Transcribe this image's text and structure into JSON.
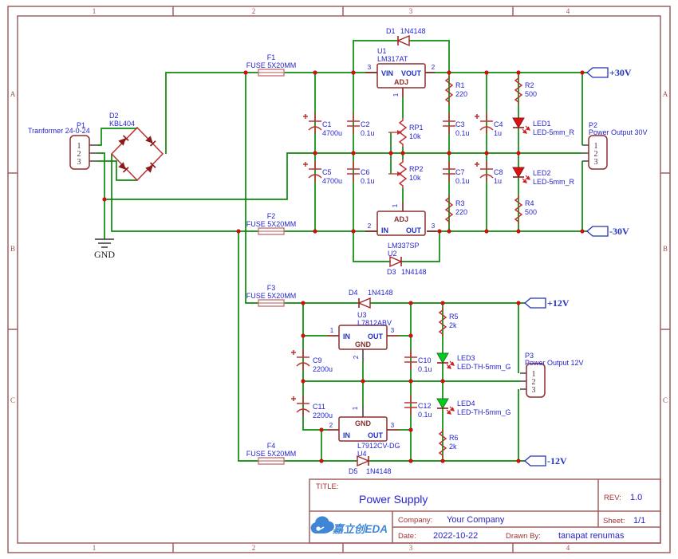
{
  "frame": {
    "cols": [
      "1",
      "2",
      "3",
      "4"
    ],
    "rows": [
      "A",
      "B",
      "C"
    ]
  },
  "title_block": {
    "title_label": "TITLE:",
    "title": "Power Supply",
    "rev_label": "REV:",
    "rev": "1.0",
    "company_label": "Company:",
    "company": "Your Company",
    "sheet_label": "Sheet:",
    "sheet": "1/1",
    "date_label": "Date:",
    "date": "2022-10-22",
    "drawn_label": "Drawn By:",
    "drawn_by": "tanapat renumas",
    "logo": "嘉立创EDA"
  },
  "net_flags": {
    "pos30": "+30V",
    "neg30": "-30V",
    "pos12": "+12V",
    "neg12": "-12V"
  },
  "labels": {
    "gnd": "GND"
  },
  "components": {
    "p1": {
      "ref": "P1",
      "value": "Tranformer 24-0-24",
      "pins": [
        "1",
        "2",
        "3"
      ]
    },
    "p2": {
      "ref": "P2",
      "value": "Power Output 30V",
      "pins": [
        "1",
        "2",
        "3"
      ]
    },
    "p3": {
      "ref": "P3",
      "value": "Power Output 12V",
      "pins": [
        "1",
        "2",
        "3"
      ]
    },
    "d1": {
      "ref": "D1",
      "value": "1N4148"
    },
    "d2": {
      "ref": "D2",
      "value": "KBL404"
    },
    "d3": {
      "ref": "D3",
      "value": "1N4148"
    },
    "d4": {
      "ref": "D4",
      "value": "1N4148"
    },
    "d5": {
      "ref": "D5",
      "value": "1N4148"
    },
    "f1": {
      "ref": "F1",
      "value": "FUSE 5X20MM"
    },
    "f2": {
      "ref": "F2",
      "value": "FUSE 5X20MM"
    },
    "f3": {
      "ref": "F3",
      "value": "FUSE 5X20MM"
    },
    "f4": {
      "ref": "F4",
      "value": "FUSE 5X20MM"
    },
    "u1": {
      "ref": "U1",
      "value": "LM317AT",
      "pin_names": {
        "in": "VIN",
        "out": "VOUT",
        "adj": "ADJ"
      },
      "pin_numbers": {
        "in": "3",
        "out": "2",
        "adj": "1"
      }
    },
    "u2": {
      "ref": "U2",
      "value": "LM337SP",
      "pin_names": {
        "in": "IN",
        "out": "OUT",
        "adj": "ADJ"
      },
      "pin_numbers": {
        "in": "2",
        "out": "3",
        "adj": "1"
      }
    },
    "u3": {
      "ref": "U3",
      "value": "L7812ABV",
      "pin_names": {
        "in": "IN",
        "out": "OUT",
        "gnd": "GND"
      },
      "pin_numbers": {
        "in": "1",
        "out": "3",
        "gnd": "2"
      }
    },
    "u4": {
      "ref": "U4",
      "value": "L7912CV-DG",
      "pin_names": {
        "in": "IN",
        "out": "OUT",
        "gnd": "GND"
      },
      "pin_numbers": {
        "in": "2",
        "out": "3",
        "gnd": "1"
      }
    },
    "c1": {
      "ref": "C1",
      "value": "4700u"
    },
    "c2": {
      "ref": "C2",
      "value": "0.1u"
    },
    "c3": {
      "ref": "C3",
      "value": "0.1u"
    },
    "c4": {
      "ref": "C4",
      "value": "1u"
    },
    "c5": {
      "ref": "C5",
      "value": "4700u"
    },
    "c6": {
      "ref": "C6",
      "value": "0.1u"
    },
    "c7": {
      "ref": "C7",
      "value": "0.1u"
    },
    "c8": {
      "ref": "C8",
      "value": "1u"
    },
    "c9": {
      "ref": "C9",
      "value": "2200u"
    },
    "c10": {
      "ref": "C10",
      "value": "0.1u"
    },
    "c11": {
      "ref": "C11",
      "value": "2200u"
    },
    "c12": {
      "ref": "C12",
      "value": "0.1u"
    },
    "r1": {
      "ref": "R1",
      "value": "220"
    },
    "r2": {
      "ref": "R2",
      "value": "500"
    },
    "r3": {
      "ref": "R3",
      "value": "220"
    },
    "r4": {
      "ref": "R4",
      "value": "500"
    },
    "r5": {
      "ref": "R5",
      "value": "2k"
    },
    "r6": {
      "ref": "R6",
      "value": "2k"
    },
    "rp1": {
      "ref": "RP1",
      "value": "10k"
    },
    "rp2": {
      "ref": "RP2",
      "value": "10k"
    },
    "led1": {
      "ref": "LED1",
      "value": "LED-5mm_R"
    },
    "led2": {
      "ref": "LED2",
      "value": "LED-5mm_R"
    },
    "led3": {
      "ref": "LED3",
      "value": "LED-TH-5mm_G"
    },
    "led4": {
      "ref": "LED4",
      "value": "LED-TH-5mm_G"
    }
  },
  "colors": {
    "wire": "#0a8a0a",
    "component": "#c03030",
    "ic_outline": "#8c2e2e",
    "label_blue": "#2525cf",
    "junction": "#cc1111",
    "frame": "#a06060",
    "led_red": "#dd1111",
    "led_green": "#00cc22",
    "logo_blue": "#3f87d6"
  }
}
